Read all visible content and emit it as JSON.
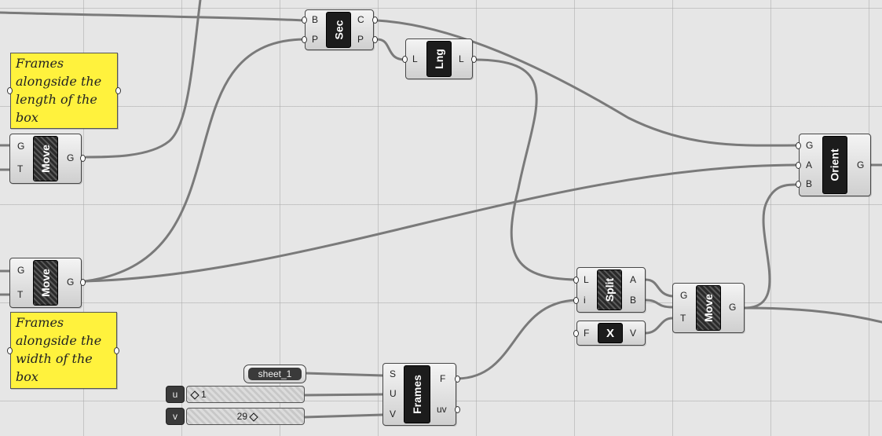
{
  "notes": {
    "length": [
      "Frames",
      "alongside the",
      "length of the",
      "box"
    ],
    "width": [
      "Frames",
      "alongside the",
      "width of the",
      "box"
    ]
  },
  "components": {
    "sec": {
      "name": "Sec",
      "inputs": [
        "B",
        "P"
      ],
      "outputs": [
        "C",
        "P"
      ]
    },
    "lng": {
      "name": "Lng",
      "inputs": [
        "L"
      ],
      "outputs": [
        "L"
      ]
    },
    "move1": {
      "name": "Move",
      "inputs": [
        "G",
        "T"
      ],
      "outputs": [
        "G"
      ]
    },
    "move2": {
      "name": "Move",
      "inputs": [
        "G",
        "T"
      ],
      "outputs": [
        "G"
      ]
    },
    "orient": {
      "name": "Orient",
      "inputs": [
        "G",
        "A",
        "B"
      ],
      "outputs": [
        "G"
      ]
    },
    "split": {
      "name": "Split",
      "inputs": [
        "L",
        "i"
      ],
      "outputs": [
        "A",
        "B"
      ]
    },
    "xvec": {
      "name": "X",
      "inputs": [
        "F"
      ],
      "outputs": [
        "V"
      ]
    },
    "move3": {
      "name": "Move",
      "inputs": [
        "G",
        "T"
      ],
      "outputs": [
        "G"
      ]
    },
    "frames": {
      "name": "Frames",
      "inputs": [
        "S",
        "U",
        "V"
      ],
      "outputs": [
        "F",
        "uv"
      ]
    }
  },
  "panel_sheet": {
    "value": "sheet_1"
  },
  "sliders": {
    "u": {
      "label": "u",
      "value": "1"
    },
    "v": {
      "label": "v",
      "value": "29"
    }
  }
}
